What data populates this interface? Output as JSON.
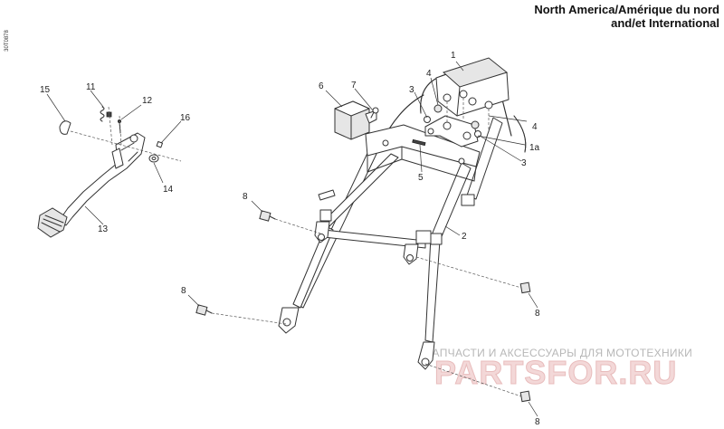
{
  "header": {
    "line1": "North America/Amérique du nord",
    "line2": "and/et International"
  },
  "drawing_code": "30T0878",
  "callouts": {
    "c1": "1",
    "c1a": "1a",
    "c2": "2",
    "c3a": "3",
    "c3b": "3",
    "c4a": "4",
    "c4b": "4",
    "c5": "5",
    "c6": "6",
    "c7": "7",
    "c8a": "8",
    "c8b": "8",
    "c8c": "8",
    "c8d": "8",
    "c11": "11",
    "c12": "12",
    "c13": "13",
    "c14": "14",
    "c15": "15",
    "c16": "16"
  },
  "watermark": {
    "caption": "ЗАПЧАСТИ И АКСЕССУАРЫ ДЛЯ МОТОТЕХНИКИ",
    "brand": "PARTSFOR.RU"
  }
}
